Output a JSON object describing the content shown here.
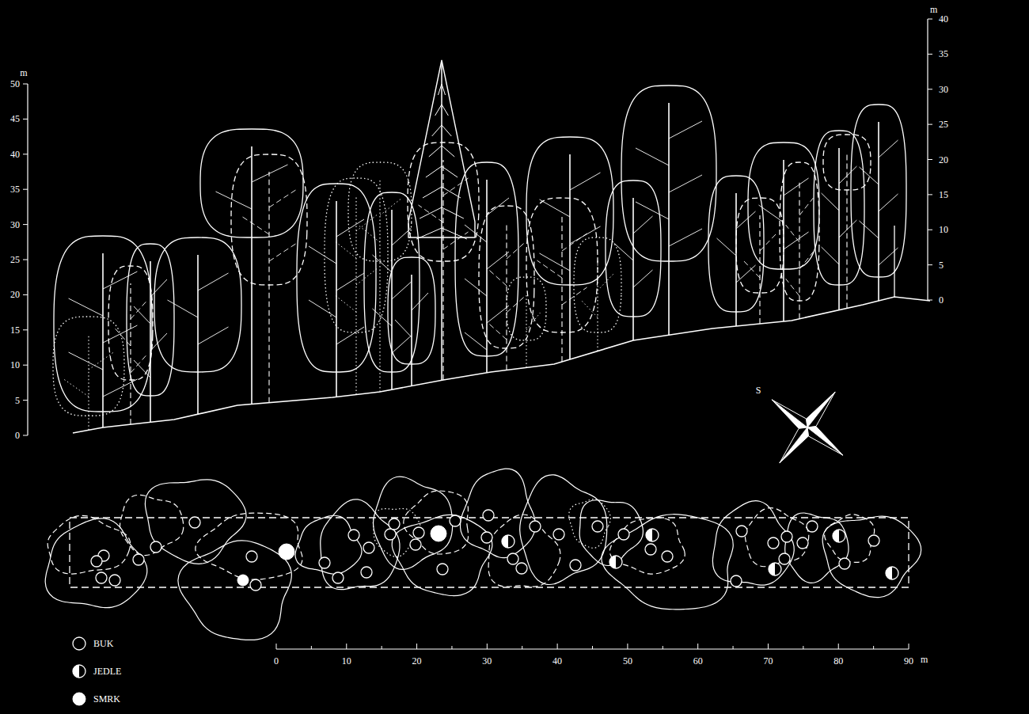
{
  "diagram": {
    "labels": [
      "m",
      "40",
      "35",
      "30",
      "25",
      "20",
      "15",
      "10",
      "5",
      "0",
      "m",
      "50",
      "45",
      "40",
      "35",
      "30",
      "25",
      "20",
      "15",
      "10",
      "5",
      "0",
      "S",
      "0",
      "10",
      "20",
      "30",
      "40",
      "50",
      "60",
      "70",
      "80",
      "90",
      "m"
    ],
    "legend": [
      {
        "text": "BUK"
      },
      {
        "text": "JEDLE"
      },
      {
        "text": "SMRK"
      }
    ]
  }
}
